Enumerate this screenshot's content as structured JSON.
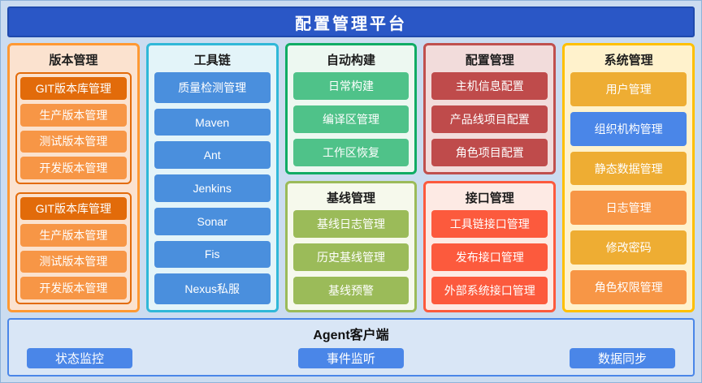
{
  "page": {
    "background": "#cbdcf0"
  },
  "header": {
    "title": "配置管理平台",
    "bg": "#2a57c6",
    "border": "#1f4aad"
  },
  "version": {
    "title": "版本管理",
    "border": "#ff9933",
    "bg": "#fbe2cf",
    "group_border": "#e26b0a",
    "groups": [
      {
        "items": [
          {
            "label": "GIT版本库管理",
            "bg": "#e26b0a"
          },
          {
            "label": "生产版本管理",
            "bg": "#f79646"
          },
          {
            "label": "测试版本管理",
            "bg": "#f79646"
          },
          {
            "label": "开发版本管理",
            "bg": "#f79646"
          }
        ]
      },
      {
        "items": [
          {
            "label": "GIT版本库管理",
            "bg": "#e26b0a"
          },
          {
            "label": "生产版本管理",
            "bg": "#f79646"
          },
          {
            "label": "测试版本管理",
            "bg": "#f79646"
          },
          {
            "label": "开发版本管理",
            "bg": "#f79646"
          }
        ]
      }
    ]
  },
  "toolchain": {
    "title": "工具链",
    "border": "#30b8d8",
    "bg": "#e3f4f9",
    "item_bg": "#4a8fdd",
    "items": [
      "质量检测管理",
      "Maven",
      "Ant",
      "Jenkins",
      "Sonar",
      "Fis",
      "Nexus私服"
    ]
  },
  "autobuild": {
    "title": "自动构建",
    "border": "#10ac64",
    "bg": "#edf8f1",
    "item_bg": "#4fc289",
    "items": [
      "日常构建",
      "编译区管理",
      "工作区恢复"
    ]
  },
  "baseline": {
    "title": "基线管理",
    "border": "#9bbb59",
    "bg": "#f6f9ec",
    "item_bg": "#9bbb59",
    "items": [
      "基线日志管理",
      "历史基线管理",
      "基线预警"
    ]
  },
  "config": {
    "title": "配置管理",
    "border": "#c0504d",
    "bg": "#f2dcdb",
    "item_bg": "#bf4b4b",
    "items": [
      "主机信息配置",
      "产品线项目配置",
      "角色项目配置"
    ]
  },
  "interface": {
    "title": "接口管理",
    "border": "#fc5a3d",
    "bg": "#fdeae4",
    "item_bg": "#fc5a3d",
    "items": [
      "工具链接口管理",
      "发布接口管理",
      "外部系统接口管理"
    ]
  },
  "system": {
    "title": "系统管理",
    "border": "#ffc000",
    "bg": "#fff2cc",
    "items": [
      {
        "label": "用户管理",
        "bg": "#eead33"
      },
      {
        "label": "组织机构管理",
        "bg": "#4a86e8"
      },
      {
        "label": "静态数据管理",
        "bg": "#eead33"
      },
      {
        "label": "日志管理",
        "bg": "#f79646"
      },
      {
        "label": "修改密码",
        "bg": "#eead33"
      },
      {
        "label": "角色权限管理",
        "bg": "#f79646"
      }
    ]
  },
  "footer": {
    "title": "Agent客户端",
    "border": "#4a86e8",
    "bg": "#d9e6f6",
    "item_bg": "#4a86e8",
    "items": [
      "状态监控",
      "事件监听",
      "数据同步"
    ]
  }
}
